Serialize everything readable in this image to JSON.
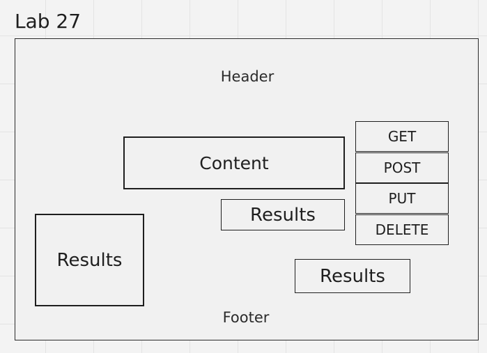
{
  "title": "Lab 27",
  "wireframe": {
    "header_label": "Header",
    "footer_label": "Footer",
    "content_label": "Content",
    "results_labels": [
      "Results",
      "Results",
      "Results"
    ],
    "methods": [
      "GET",
      "POST",
      "PUT",
      "DELETE"
    ]
  }
}
